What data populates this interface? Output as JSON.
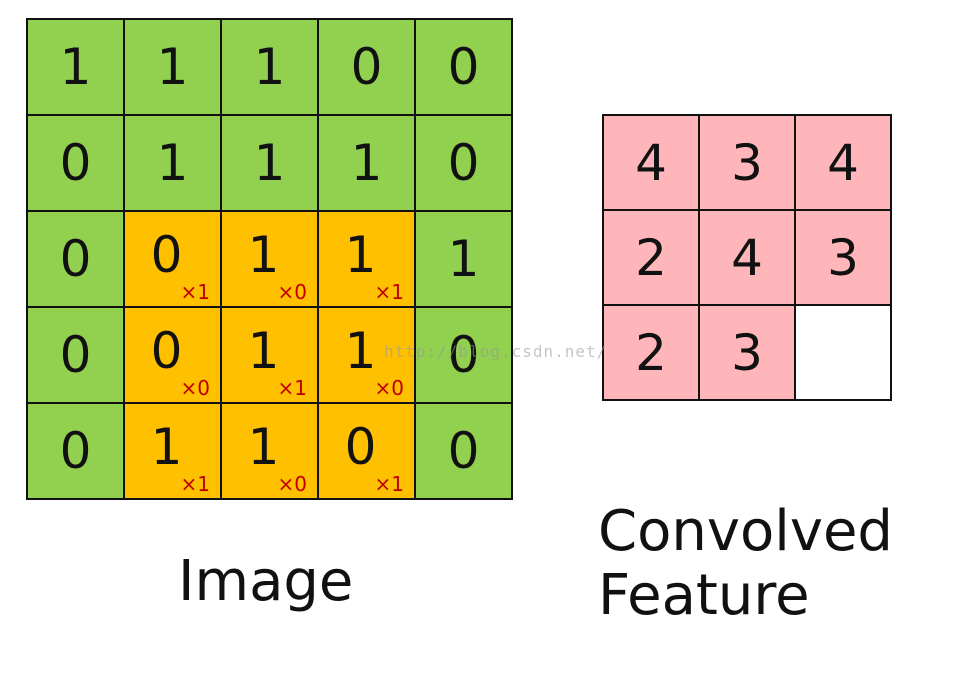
{
  "image": {
    "label": "Image",
    "rows": [
      [
        "1",
        "1",
        "1",
        "0",
        "0"
      ],
      [
        "0",
        "1",
        "1",
        "1",
        "0"
      ],
      [
        "0",
        "0",
        "1",
        "1",
        "1"
      ],
      [
        "0",
        "0",
        "1",
        "1",
        "0"
      ],
      [
        "0",
        "1",
        "1",
        "0",
        "0"
      ]
    ],
    "kernel_weights": [
      [
        "×1",
        "×0",
        "×1"
      ],
      [
        "×0",
        "×1",
        "×0"
      ],
      [
        "×1",
        "×0",
        "×1"
      ]
    ]
  },
  "feature": {
    "label_line1": "Convolved",
    "label_line2": "Feature",
    "rows": [
      [
        "4",
        "3",
        "4"
      ],
      [
        "2",
        "4",
        "3"
      ],
      [
        "2",
        "3",
        ""
      ]
    ]
  },
  "watermark": "http://blog.csdn.net/",
  "colors": {
    "image_cell": "#92d050",
    "kernel_cell": "#ffc000",
    "feature_cell": "#ffb6ba",
    "weight_text": "#c00000"
  }
}
